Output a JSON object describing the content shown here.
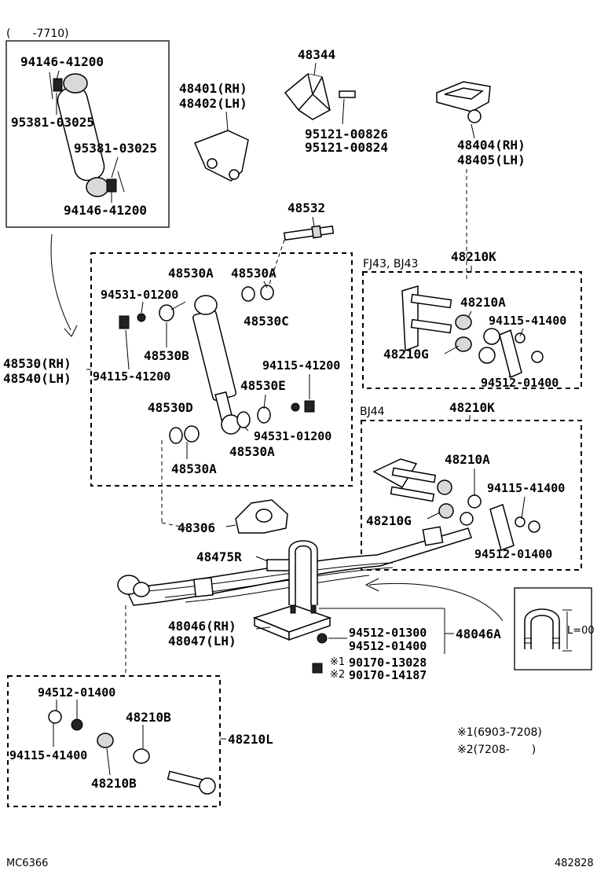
{
  "diagram": {
    "period_top_left": "(　　-7710)",
    "shock_kit": {
      "nut_top": "94146-41200",
      "bushing_top": "95381-03025",
      "bushing_bottom": "95381-03025",
      "nut_bottom": "94146-41200"
    },
    "bracket_center": "48344",
    "bolt_center_1": "95121-00826",
    "bolt_center_2": "95121-00824",
    "hanger_rh": "48401(RH)",
    "hanger_lh": "48402(LH)",
    "bracket_right_rh": "48404(RH)",
    "bracket_right_lh": "48405(LH)",
    "stud": "48532",
    "shock_group": {
      "label_rh": "48530(RH)",
      "label_lh": "48540(LH)",
      "a1": "48530A",
      "a2": "48530A",
      "nut_94531_top": "94531-01200",
      "c": "48530C",
      "b": "48530B",
      "nut_94115_left": "94115-41200",
      "nut_94115_right": "94115-41200",
      "e": "48530E",
      "d": "48530D",
      "nut_94531_bottom": "94531-01200",
      "a3": "48530A",
      "a4": "48530A"
    },
    "shackle_fj": {
      "model": "FJ43, BJ43",
      "kit": "48210K",
      "a": "48210A",
      "washer": "94115-41400",
      "g": "48210G",
      "plate": "94512-01400"
    },
    "shackle_bj": {
      "model": "BJ44",
      "kit": "48210K",
      "a": "48210A",
      "washer": "94115-41400",
      "g": "48210G",
      "plate": "94512-01400"
    },
    "bumper": "48306",
    "spring_seat": "48475R",
    "u_bolt_rh": "48046(RH)",
    "u_bolt_lh": "48047(LH)",
    "u_bolt_kit": "48046A",
    "plate_1": "94512-01300",
    "plate_2": "94512-01400",
    "nut_1_mark": "※1",
    "nut_1": "90170-13028",
    "nut_2_mark": "※2",
    "nut_2": "90170-14187",
    "u_bolt_dim": "L=00",
    "bushing_group": {
      "plate": "94512-01400",
      "b1": "48210B",
      "washer": "94115-41400",
      "b2": "48210B",
      "kit": "48210L"
    },
    "footnote_1": "※1(6903-7208)",
    "footnote_2": "※2(7208-　　)",
    "code_left": "MC6366",
    "code_right": "482828"
  }
}
